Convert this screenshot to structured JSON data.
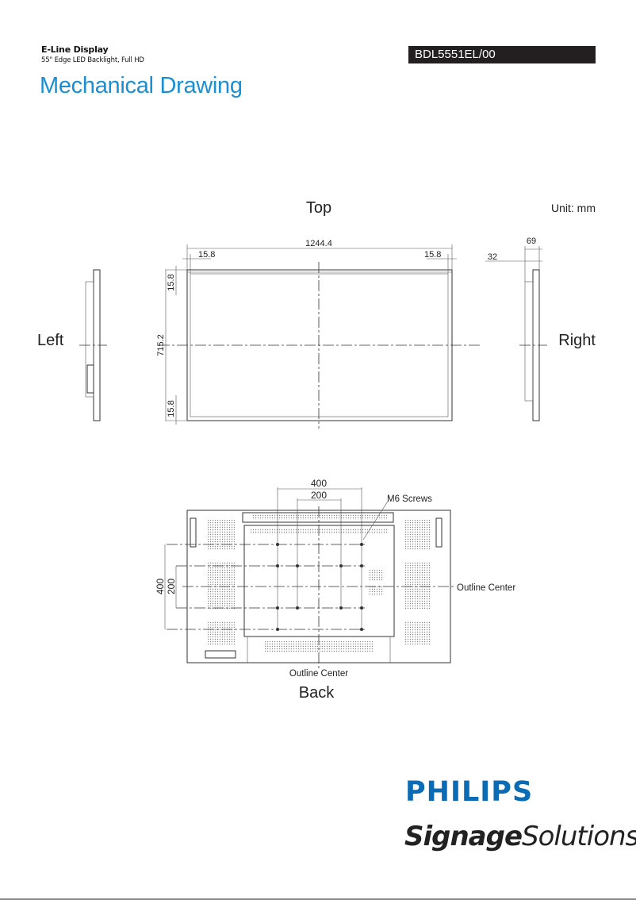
{
  "header": {
    "product_line": "E-Line Display",
    "product_desc": "55\" Edge LED Backlight, Full HD",
    "title": "Mechanical Drawing",
    "model": "BDL5551EL/00",
    "title_color": "#1a8fd4"
  },
  "drawing": {
    "top_label": "Top",
    "unit": "Unit: mm",
    "left_label": "Left",
    "right_label": "Right",
    "back_label": "Back",
    "front_dims": {
      "width": "1244.4",
      "bezel_left": "15.8",
      "bezel_right": "15.8",
      "height": "715.2",
      "bezel_top": "15.8",
      "bezel_bottom": "15.8"
    },
    "side_dims": {
      "depth": "69",
      "depth_inner": "32"
    },
    "back_dims": {
      "vesa_h_outer": "400",
      "vesa_h_inner": "200",
      "vesa_v_outer": "400",
      "vesa_v_inner": "200",
      "screws": "M6 Screws",
      "outline_center_h": "Outline Center",
      "outline_center_v": "Outline Center"
    }
  },
  "footer": {
    "brand": "PHILIPS",
    "brand_color": "#0b6cb5",
    "sub_bold": "Signage",
    "sub_light": "Solutions"
  }
}
